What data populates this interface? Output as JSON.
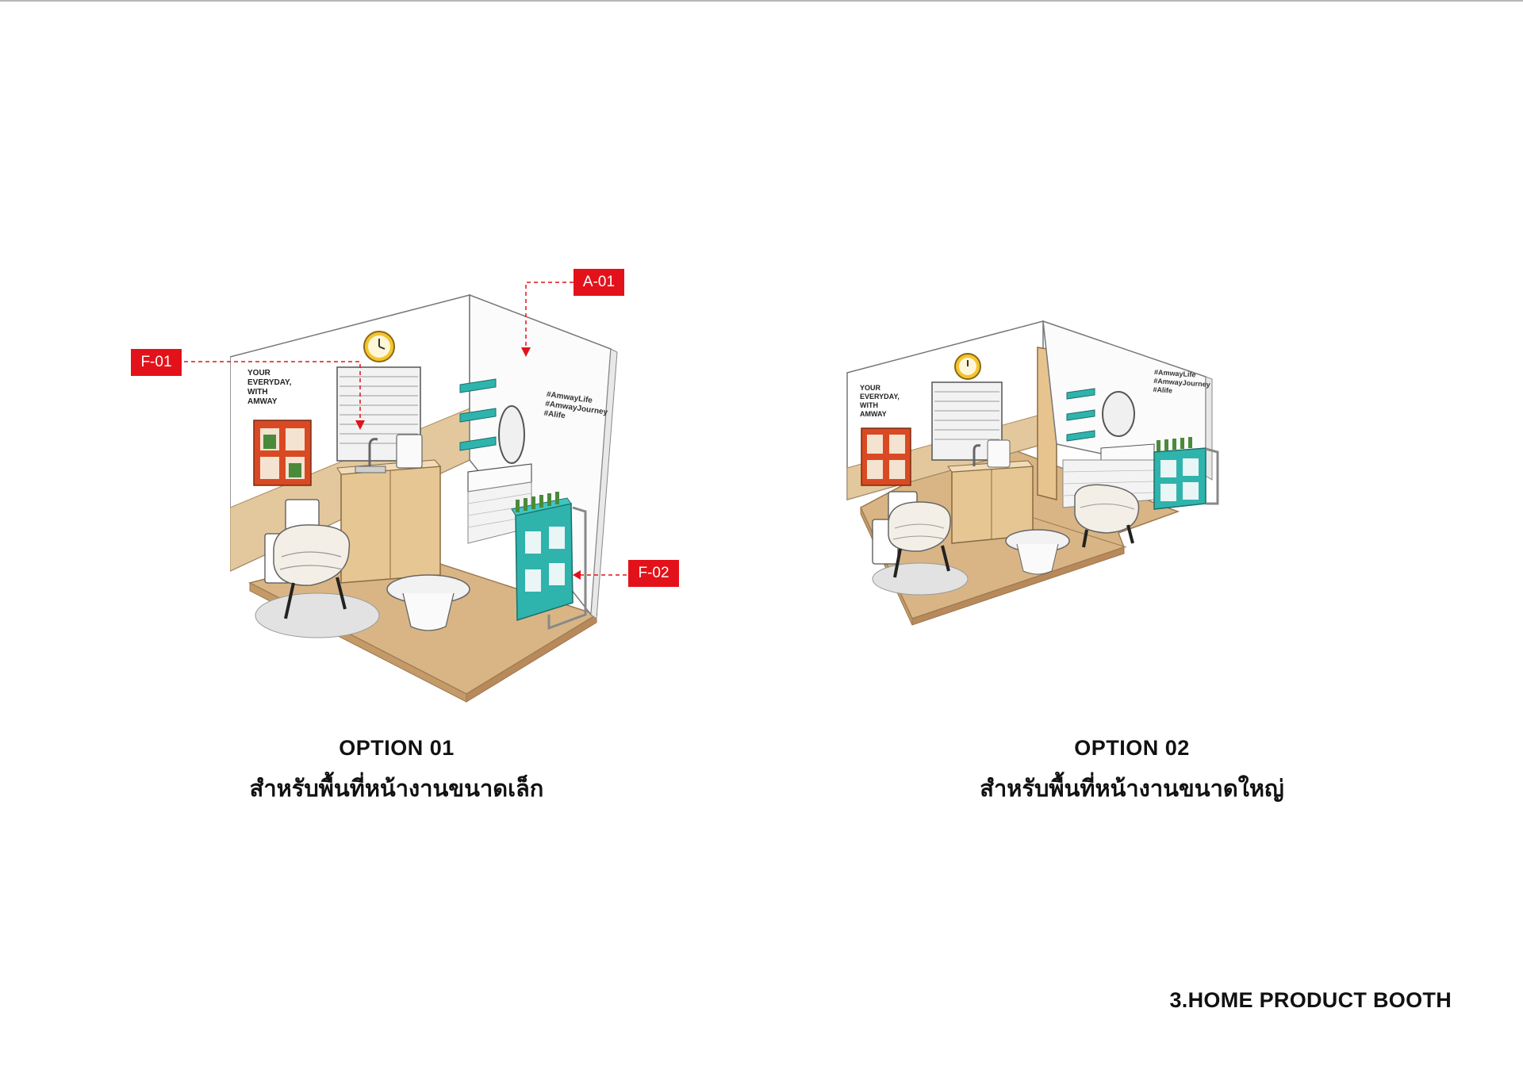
{
  "options": [
    {
      "title": "OPTION 01",
      "subtitle": "สำหรับพื้นที่หน้างานขนาดเล็ก",
      "wall_text_left": [
        "YOUR",
        "EVERYDAY,",
        "WITH",
        "AMWAY"
      ],
      "wall_text_right": [
        "#AmwayLife",
        "#AmwayJourney",
        "#Alife"
      ]
    },
    {
      "title": "OPTION 02",
      "subtitle": "สำหรับพื้นที่หน้างานขนาดใหญ่",
      "wall_text_left": [
        "YOUR",
        "EVERYDAY,",
        "WITH",
        "AMWAY"
      ],
      "wall_text_right": [
        "#AmwayLife",
        "#AmwayJourney",
        "#Alife"
      ]
    }
  ],
  "callouts": [
    "A-01",
    "F-01",
    "F-02"
  ],
  "footer": "3.HOME PRODUCT BOOTH",
  "colors": {
    "callout": "#e3121a",
    "shelf_orange": "#d94a24",
    "shelf_teal": "#2fb3ad",
    "wood": "#dcb98a",
    "wall": "#ffffff"
  }
}
